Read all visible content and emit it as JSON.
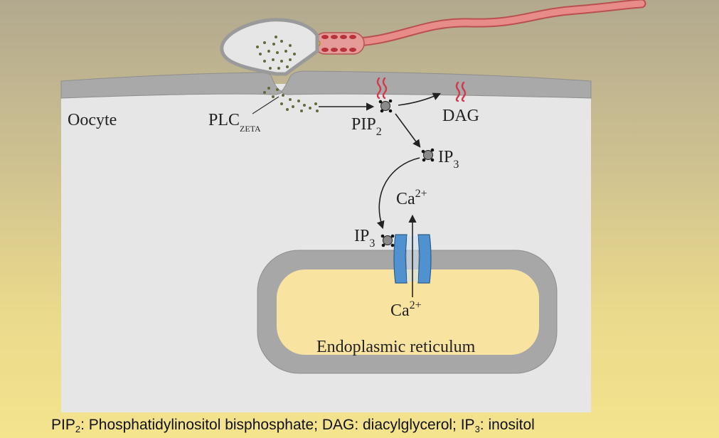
{
  "labels": {
    "oocyte": "Oocyte",
    "plc": "PLC",
    "plc_sub": "ZETA",
    "pip": "PIP",
    "pip_sub": "2",
    "dag": "DAG",
    "ip3_top": "IP",
    "ip3_top_sub": "3",
    "ca_upper": "Ca",
    "ca_upper_sup": "2+",
    "ip3_channel": "IP",
    "ip3_channel_sub": "3",
    "ca_lower": "Ca",
    "ca_lower_sup": "2+",
    "er": "Endoplasmic reticulum"
  },
  "caption": {
    "p1": "PIP",
    "p1_sub": "2",
    "p2": ": Phosphatidylinositol bisphosphate; DAG: diacylglycerol; IP",
    "p2_sub": "3",
    "p3": ": inositol"
  },
  "colors": {
    "cell_fill": "#e6e6e6",
    "membrane": "#a9a9a9",
    "er_fill": "#f8e3a1",
    "channel": "#4f92cf",
    "dag_tail": "#d23a4d",
    "sperm_tail": "#e07f7d",
    "granule": "#5e6b3c"
  }
}
